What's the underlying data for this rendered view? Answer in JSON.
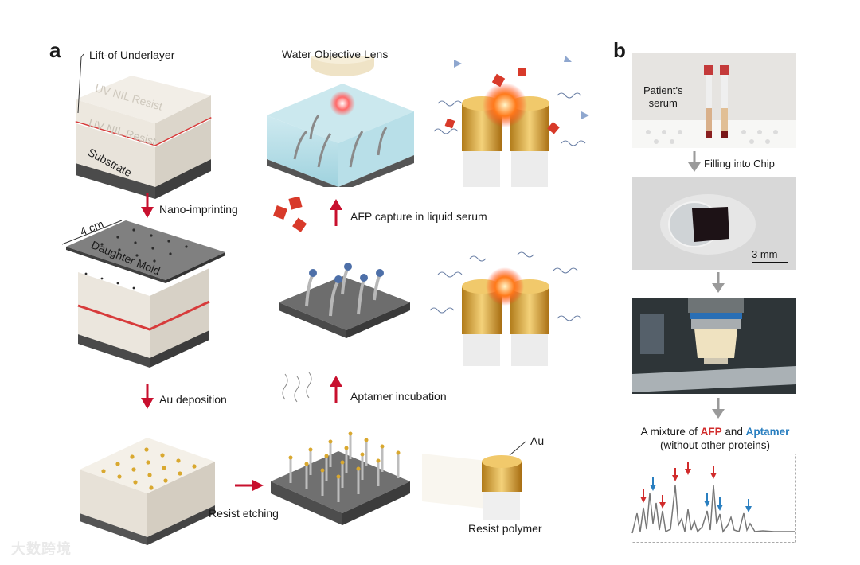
{
  "panel_a": {
    "letter": "a",
    "lift_off_label": "Lift-of Underlayer",
    "uv_resist_1": "UV NIL Resist",
    "uv_resist_2": "UV NIL Resist",
    "substrate_label": "Substrate",
    "nano_imprinting": "Nano-imprinting",
    "size_label": "4 cm",
    "daughter_mold": "Daughter Mold",
    "au_deposition": "Au deposition",
    "resist_etching": "Resist etching",
    "water_lens": "Water Objective Lens",
    "afp_capture": "AFP capture in liquid serum",
    "aptamer_incubation": "Aptamer incubation",
    "au_label": "Au",
    "resist_polymer": "Resist polymer"
  },
  "panel_b": {
    "letter": "b",
    "patient_serum": [
      "Patient's",
      "serum"
    ],
    "filling_chip": "Filling into Chip",
    "scale_bar": "3 mm",
    "mixture_prefix": "A mixture of ",
    "afp": "AFP",
    "and": " and ",
    "aptamer": "Aptamer",
    "without_proteins": "(without other proteins)"
  },
  "watermark": "大数跨境",
  "colors": {
    "red_arrow": "#c8102e",
    "afp_red": "#d12b2b",
    "aptamer_blue": "#2a7fc0",
    "gray_arrow": "#9a9a9a"
  }
}
